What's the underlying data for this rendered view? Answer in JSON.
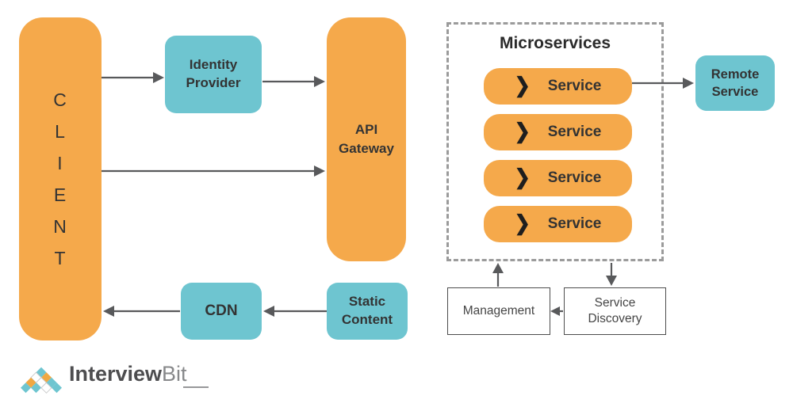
{
  "colors": {
    "orange": "#F5A94B",
    "teal": "#6EC5D0",
    "arrow_gray": "#58595B",
    "dashed_border": "#9B9B9B",
    "text_dark": "#333333",
    "logo_dark": "#4D4D4F",
    "logo_light": "#87888A"
  },
  "client": {
    "label": "CLIENT",
    "letters": [
      "C",
      "L",
      "I",
      "E",
      "N",
      "T"
    ]
  },
  "identity_provider": {
    "line1": "Identity",
    "line2": "Provider"
  },
  "api_gateway": {
    "line1": "API",
    "line2": "Gateway"
  },
  "cdn": {
    "label": "CDN"
  },
  "static_content": {
    "line1": "Static",
    "line2": "Content"
  },
  "microservices": {
    "title": "Microservices",
    "chevron_char": "❯",
    "services": [
      {
        "label": "Service"
      },
      {
        "label": "Service"
      },
      {
        "label": "Service"
      },
      {
        "label": "Service"
      }
    ]
  },
  "remote_service": {
    "line1": "Remote",
    "line2": "Service"
  },
  "management": {
    "label": "Management"
  },
  "service_discovery": {
    "line1": "Service",
    "line2": "Discovery"
  },
  "logo": {
    "brand_primary": "Interview",
    "brand_secondary": "Bit"
  }
}
